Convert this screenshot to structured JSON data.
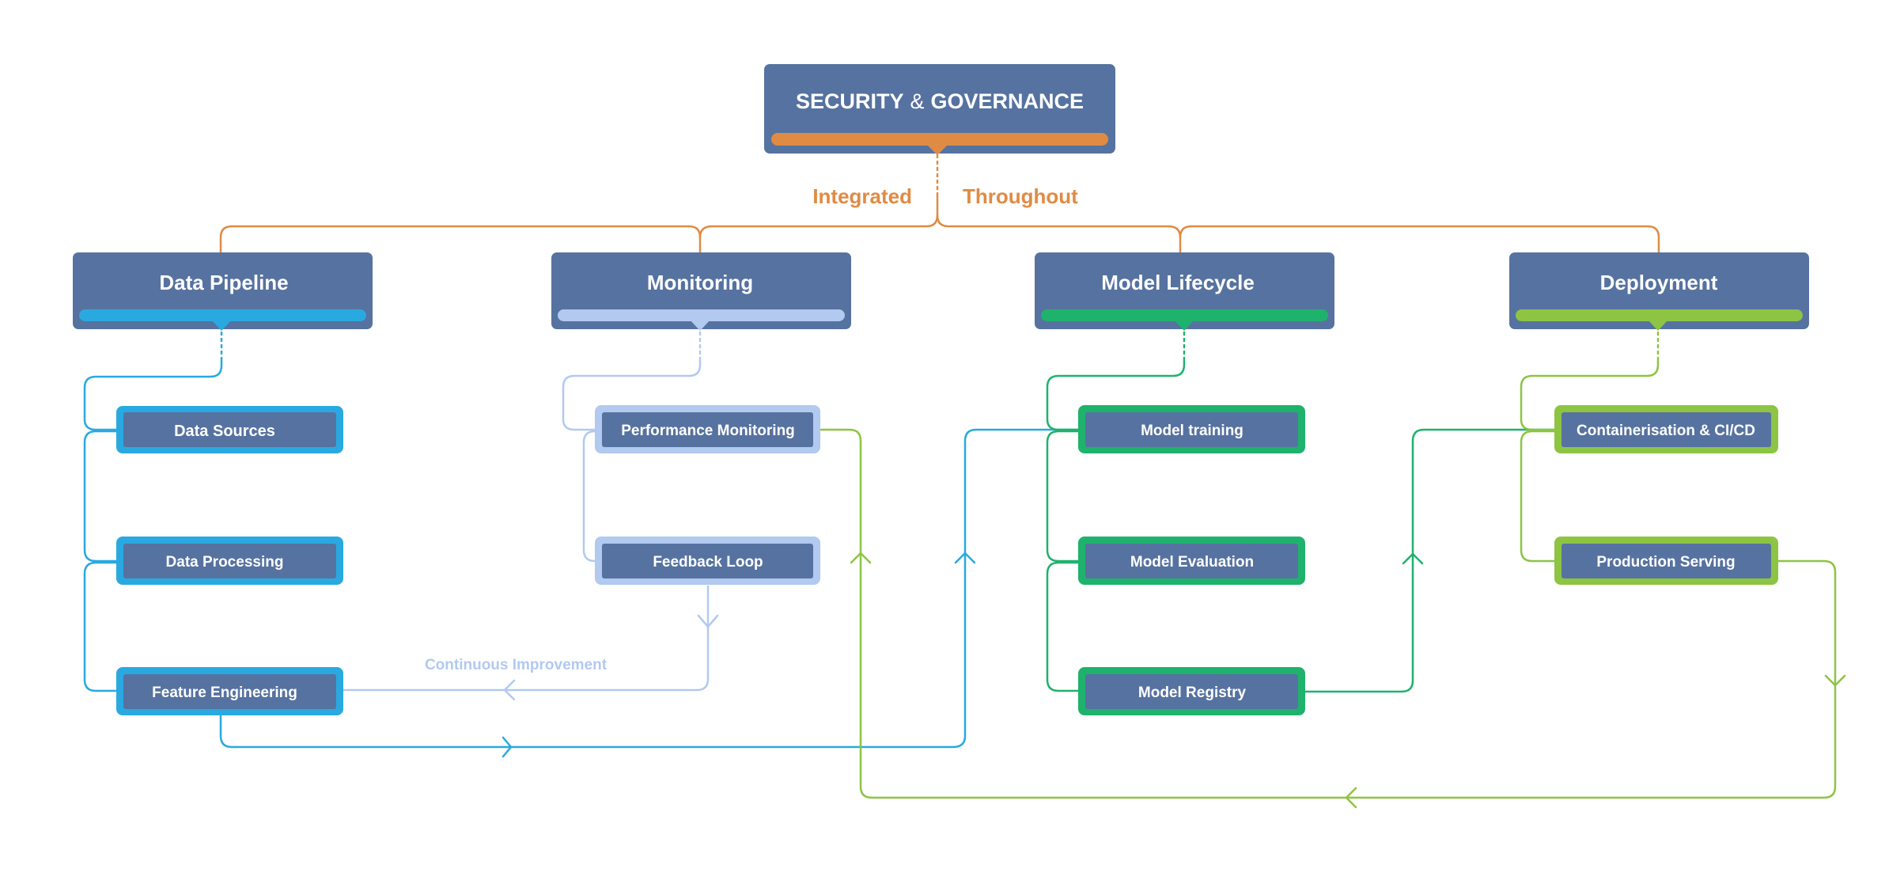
{
  "colors": {
    "box_fill": "#5672a0",
    "orange": "#df8b44",
    "blue": "#29a9e0",
    "lightblue": "#b2c9f0",
    "green": "#1fb26d",
    "lime": "#8dc443",
    "text": "#ffffff"
  },
  "root": {
    "title_part1": "SECURITY",
    "title_amp": "&",
    "title_part2": "GOVERNANCE"
  },
  "connector": {
    "left": "Integrated",
    "right": "Throughout"
  },
  "pillars": [
    {
      "title": "Data Pipeline",
      "accent": "blue",
      "items": [
        "Data Sources",
        "Data Processing",
        "Feature Engineering"
      ]
    },
    {
      "title": "Monitoring",
      "accent": "lightblue",
      "items": [
        "Performance Monitoring",
        "Feedback Loop"
      ]
    },
    {
      "title": "Model Lifecycle",
      "accent": "green",
      "items": [
        "Model training",
        "Model Evaluation",
        "Model Registry"
      ]
    },
    {
      "title": "Deployment",
      "accent": "lime",
      "items": [
        "Containerisation & CI/CD",
        "Production Serving"
      ]
    }
  ],
  "flows": {
    "continuous_improvement": "Continuous Improvement"
  }
}
